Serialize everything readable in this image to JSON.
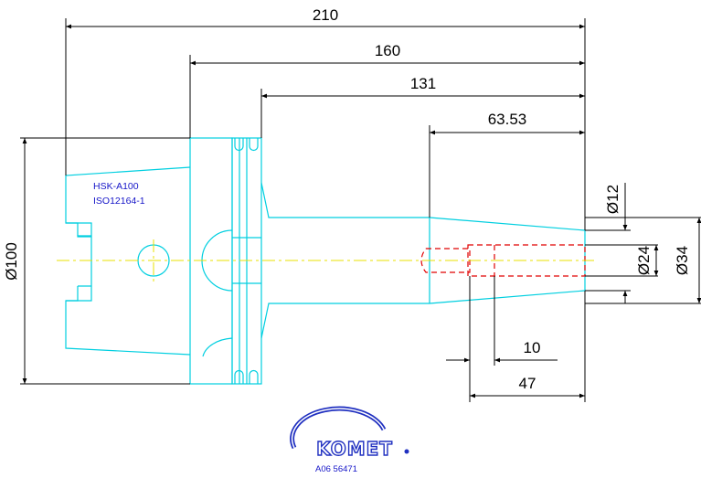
{
  "dimensions": {
    "overall_length": "210",
    "shank_to_end": "160",
    "neck_length": "131",
    "taper_length": "63.53",
    "bore_depth": "10",
    "tip_to_bore": "47",
    "flange_diameter": "Ø100",
    "tip_diameter": "Ø12",
    "bore_diameter": "Ø24",
    "neck_diameter": "Ø34"
  },
  "spec": {
    "interface": "HSK-A100",
    "standard": "ISO12164-1"
  },
  "brand": {
    "logo_text": "KOMET",
    "part_number": "A06 56471"
  },
  "colors": {
    "outline": "#00cfe0",
    "dimension": "#000000",
    "hidden_bore": "#e00000",
    "centerline": "#e8e000",
    "brand_blue": "#2030c0"
  }
}
